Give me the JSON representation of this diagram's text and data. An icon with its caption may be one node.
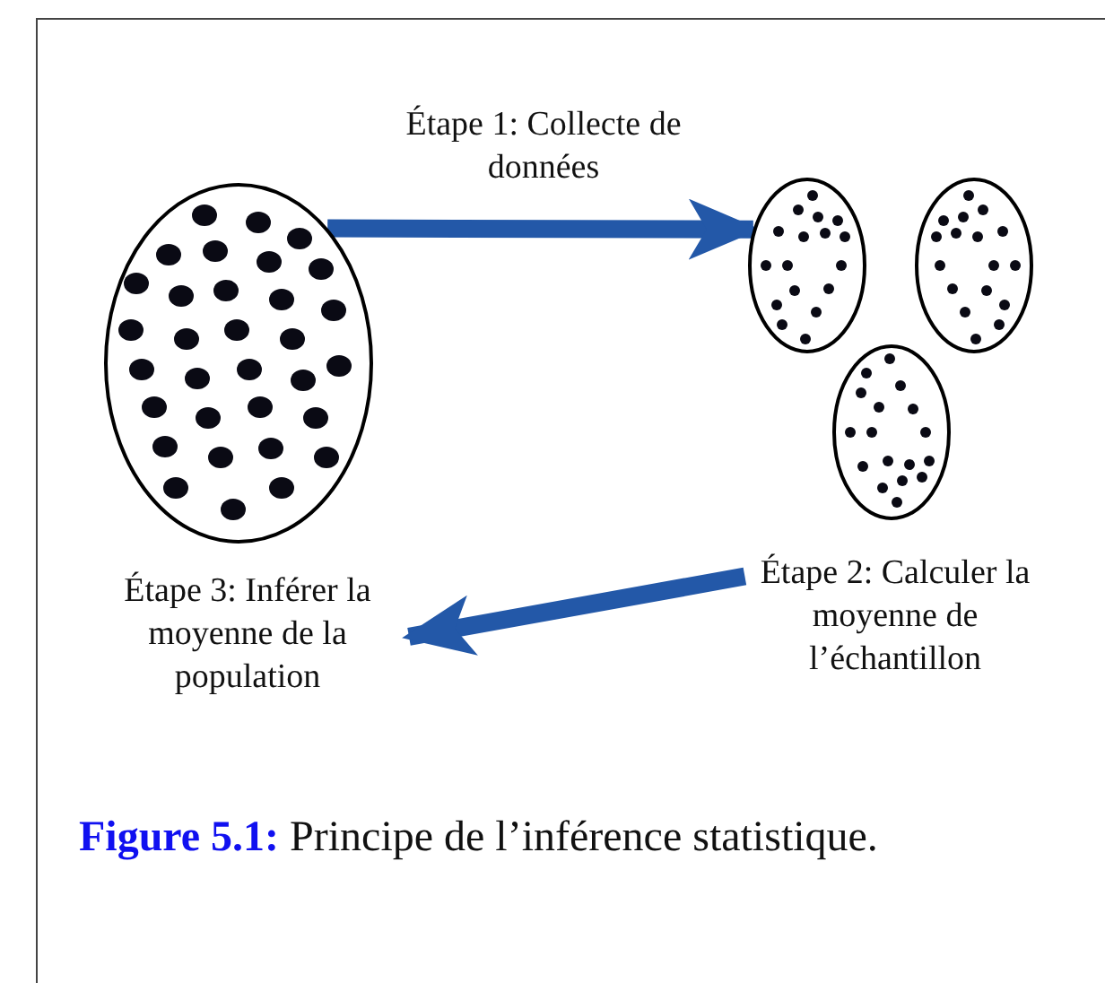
{
  "diagram": {
    "caption": "**Figure 5.1:** Principe de l’inférence statistique.",
    "nodes": [
      {
        "text": [],
        "shape": "ellipse"
      },
      {
        "text": [],
        "shape": "ellipse"
      },
      {
        "text": [],
        "shape": "ellipse"
      },
      {
        "text": [],
        "shape": "ellipse"
      },
      {
        "text": [
          "Étape 2: Calculer la moyenne de l’échantillon"
        ]
      },
      {
        "text": [
          "Étape 3: Inférer la moyenne de la population"
        ]
      }
    ],
    "edges": [
      {
        "from": 0,
        "to": 1,
        "arrow": "to",
        "label": "Étape 1: Collecte de données"
      },
      {
        "from": 4,
        "to": 5,
        "arrow": "to"
      }
    ]
  }
}
